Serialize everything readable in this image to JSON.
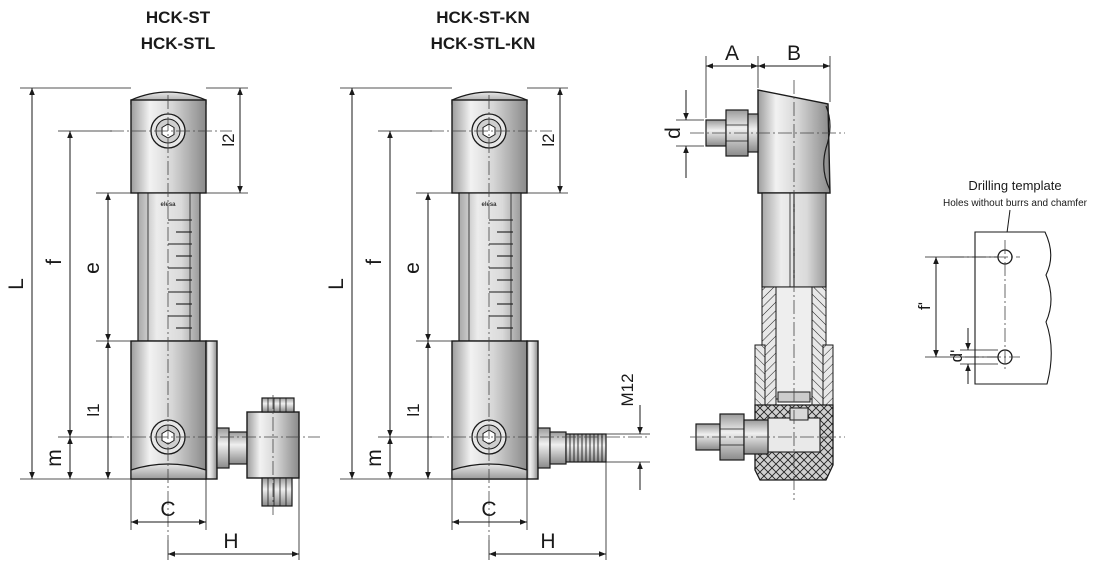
{
  "views": {
    "view_st": {
      "title_line1": "HCK-ST",
      "title_line2": "HCK-STL",
      "dims": {
        "L": "L",
        "f": "f",
        "e": "e",
        "l2": "l2",
        "l1": "l1",
        "m": "m",
        "C": "C",
        "H": "H"
      }
    },
    "view_kn": {
      "title_line1": "HCK-ST-KN",
      "title_line2": "HCK-STL-KN",
      "dims": {
        "L": "L",
        "f": "f",
        "e": "e",
        "l2": "l2",
        "l1": "l1",
        "m": "m",
        "C": "C",
        "H": "H",
        "M12": "M12"
      }
    },
    "side_view": {
      "dims": {
        "A": "A",
        "B": "B",
        "d": "d"
      }
    },
    "drilling_template": {
      "title": "Drilling template",
      "note": "Holes without burrs and chamfer",
      "dims": {
        "f_prime": "f'",
        "d_prime": "d'"
      }
    }
  },
  "brand_mark": "elesa"
}
